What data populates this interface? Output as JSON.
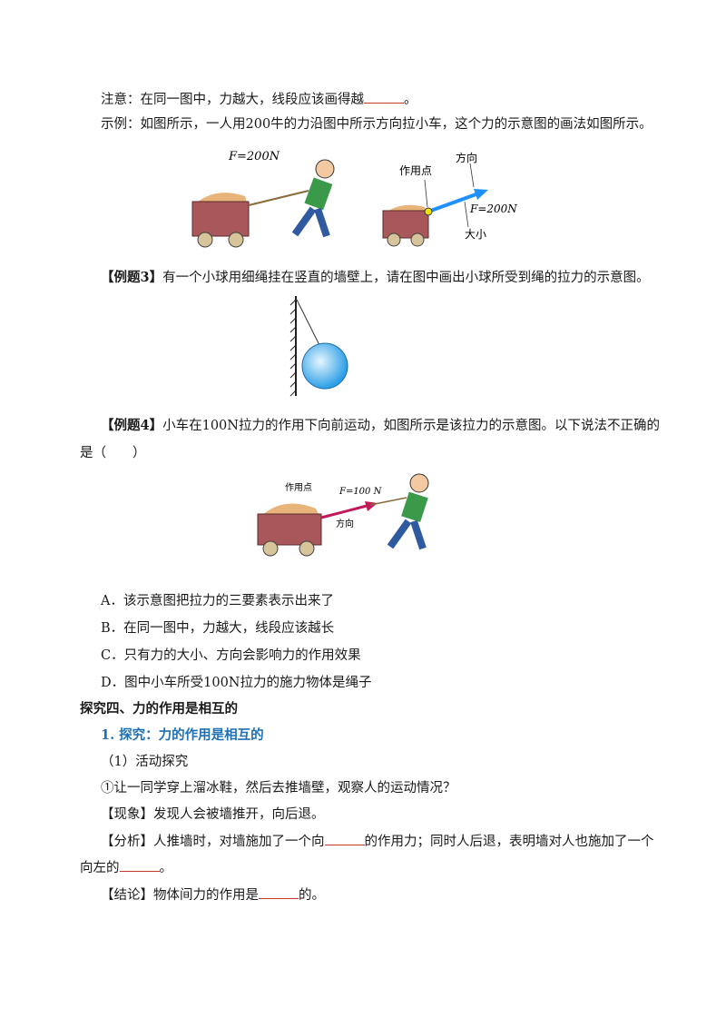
{
  "note": {
    "pre": "注意：在同一图中，力越大，线段应该画得越",
    "post": "。"
  },
  "example_intro": "示例：如图所示，一人用200牛的力沿图中所示方向拉小车，这个力的示意图的画法如图所示。",
  "fig1": {
    "left_label": "F=200N",
    "right_point": "作用点",
    "right_direction": "方向",
    "right_force": "F=200N",
    "right_size": "大小"
  },
  "ex3": {
    "tag": "【例题3】",
    "text": "有一个小球用细绳挂在竖直的墙壁上，请在图中画出小球所受到绳的拉力的示意图。"
  },
  "ex4": {
    "tag": "【例题4】",
    "text_line1": "小车在100N拉力的作用下向前运动，如图所示是该拉力的示意图。以下说法不正确的",
    "text_line2": "是（　　）",
    "fig_point": "作用点",
    "fig_force": "F=100 N",
    "fig_direction": "方向"
  },
  "options": [
    "A．该示意图把拉力的三要素表示出来了",
    "B．在同一图中，力越大，线段应该越长",
    "C．只有力的大小、方向会影响力的作用效果",
    "D．图中小车所受100N拉力的施力物体是绳子"
  ],
  "section4": {
    "title": "探究四、力的作用是相互的",
    "sub1": "1. 探究：力的作用是相互的",
    "activity": "（1）活动探究",
    "step1": "①让一同学穿上溜冰鞋，然后去推墙壁，观察人的运动情况？",
    "phenomenon": {
      "tag": "【现象】",
      "text": "发现人会被墙推开，向后退。"
    },
    "analysis": {
      "tag": "【分析】",
      "pre": "人推墙时，对墙施加了一个向",
      "mid": "的作用力；同时人后退，表明墙对人也施加了一个",
      "line2_pre": "向左的",
      "line2_post": "。"
    },
    "conclusion": {
      "tag": "【结论】",
      "pre": "物体间力的作用是",
      "post": "的。"
    }
  },
  "colors": {
    "blank": "#c0392b",
    "heading_blue": "#1f6fb5",
    "arrow_blue": "#1e90ff",
    "arrow_pink": "#c2185b",
    "cart": "#a8585a"
  }
}
